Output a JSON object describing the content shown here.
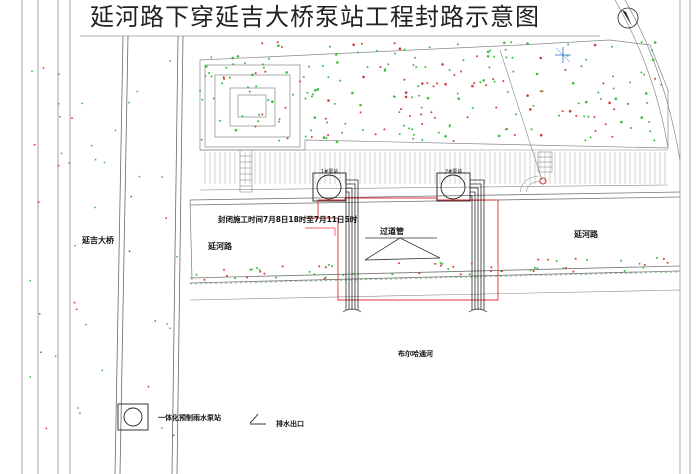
{
  "title": "延河路下穿延吉大桥泵站工程封路示意图",
  "labels": {
    "bridge": "延吉大桥",
    "road_left": "延河路",
    "road_right": "延河路",
    "closure": "封闭施工时间7月8日18时至7月11日5时",
    "crossing_pipe": "过道管",
    "creek": "布尔哈通河",
    "station_1": "1#泵站",
    "station_2": "2#泵站"
  },
  "legend": [
    {
      "icon": "pump-station-symbol",
      "label": "一体化预制雨水泵站"
    },
    {
      "icon": "drain-outlet-symbol",
      "label": "排水出口"
    }
  ],
  "colors": {
    "closure_boundary": "#e0303a",
    "pipes": "#2a2a2a",
    "dots_green": "#3dbb3d",
    "dots_red": "#d23a3a",
    "lines": "#8a8a8a"
  }
}
